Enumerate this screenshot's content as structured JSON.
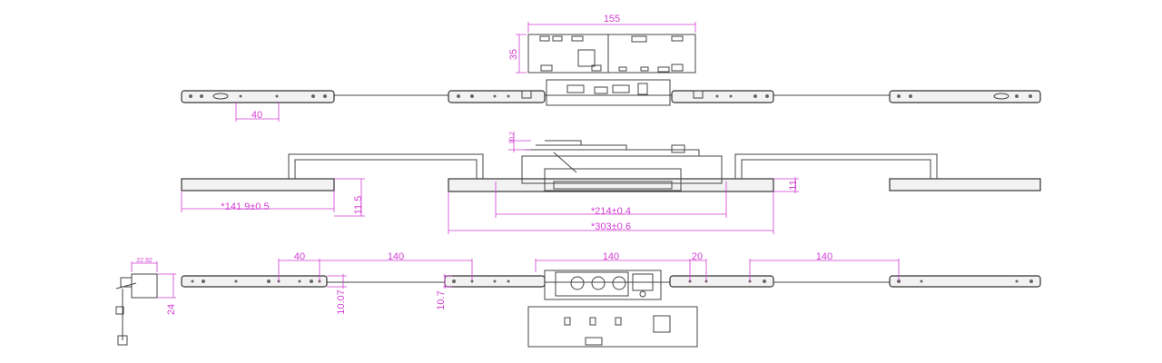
{
  "drawing": {
    "top_view": {
      "width_dim": "155",
      "height_dim": "35",
      "spacing_dim": "40"
    },
    "side_view": {
      "connector_height_dim": "10.2",
      "left_length_dim": "*141.9±0.5",
      "left_height_dim": "11.5",
      "center_length_dim": "*214±0.4",
      "overall_length_dim": "*303±0.6",
      "center_height_dim": "11"
    },
    "front_view": {
      "connector_width_dim": "22.92",
      "connector_height_dim": "24",
      "spacing_40": "40",
      "spacing_140_a": "140",
      "spacing_140_b": "140",
      "spacing_20": "20",
      "spacing_140_c": "140",
      "bar_height_dim_a": "10.07",
      "bar_height_dim_b": "10.7"
    }
  },
  "colors": {
    "dimension": "#d23ed2",
    "line": "#444444"
  }
}
